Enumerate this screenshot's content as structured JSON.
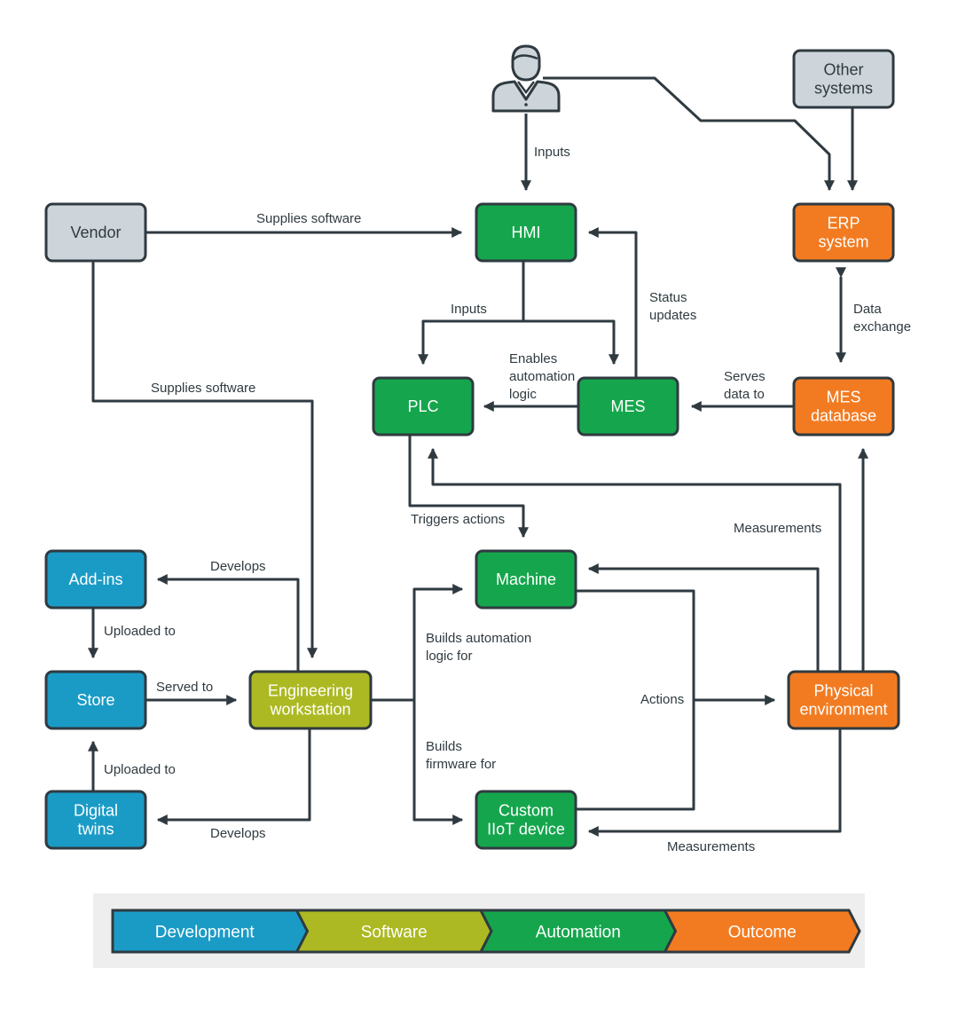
{
  "colors": {
    "development": "#1a9bc6",
    "software": "#acb922",
    "automation": "#15a64d",
    "outcome": "#f27b21",
    "external": "#cdd5da",
    "line": "#2f3a40",
    "legend_bg": "#eeeeee"
  },
  "nodes": {
    "other_systems": [
      "Other",
      "systems"
    ],
    "erp": [
      "ERP",
      "system"
    ],
    "vendor": [
      "Vendor"
    ],
    "hmi": [
      "HMI"
    ],
    "plc": [
      "PLC"
    ],
    "mes": [
      "MES"
    ],
    "mes_db": [
      "MES",
      "database"
    ],
    "machine": [
      "Machine"
    ],
    "addins": [
      "Add-ins"
    ],
    "store": [
      "Store"
    ],
    "eng_ws": [
      "Engineering",
      "workstation"
    ],
    "digital_twins": [
      "Digital",
      "twins"
    ],
    "custom_iiot": [
      "Custom",
      "IIoT device"
    ],
    "physical_env": [
      "Physical",
      "environment"
    ]
  },
  "user_icon": "user-icon",
  "edge_labels": {
    "inputs_user": [
      "Inputs"
    ],
    "supplies_hmi": [
      "Supplies software"
    ],
    "supplies_ws": [
      "Supplies software"
    ],
    "inputs_hmi": [
      "Inputs"
    ],
    "status": [
      "Status",
      "updates"
    ],
    "data_exchange": [
      "Data",
      "exchange"
    ],
    "enables": [
      "Enables",
      "automation",
      "logic"
    ],
    "serves": [
      "Serves",
      "data to"
    ],
    "triggers": [
      "Triggers actions"
    ],
    "measurements_plc": [
      "Measurements"
    ],
    "develops_addins": [
      "Develops"
    ],
    "uploaded_addins": [
      "Uploaded to"
    ],
    "served_to": [
      "Served to"
    ],
    "uploaded_twins": [
      "Uploaded to"
    ],
    "develops_twins": [
      "Develops"
    ],
    "builds_logic": [
      "Builds automation",
      "logic for"
    ],
    "builds_firmware": [
      "Builds",
      "firmware for"
    ],
    "actions": [
      "Actions"
    ],
    "measurements_iiot": [
      "Measurements"
    ]
  },
  "legend": [
    "Development",
    "Software",
    "Automation",
    "Outcome"
  ]
}
